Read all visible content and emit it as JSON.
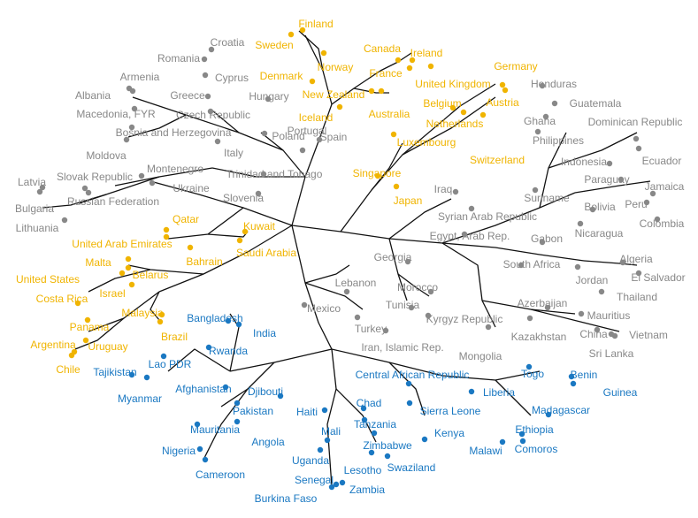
{
  "colors": {
    "edge": "#111111",
    "high": "#f0b400",
    "middle": "#888888",
    "low": "#1a78c2"
  },
  "groups": {
    "high": [
      "Finland",
      "Sweden",
      "Canada",
      "Ireland",
      "Norway",
      "Denmark",
      "France",
      "Germany",
      "New Zealand",
      "United Kingdom",
      "Australia",
      "Belgium",
      "Austria",
      "Iceland",
      "Netherlands",
      "Luxembourg",
      "Switzerland",
      "Singapore",
      "Japan",
      "Qatar",
      "Kuwait",
      "United Arab Emirates",
      "Saudi Arabia",
      "Bahrain",
      "Malta",
      "United States",
      "Belarus",
      "Israel",
      "Costa Rica",
      "Malaysia",
      "Panama",
      "Brazil",
      "Argentina",
      "Uruguay",
      "Chile"
    ],
    "middle": [
      "Croatia",
      "Romania",
      "Armenia",
      "Cyprus",
      "Honduras",
      "Albania",
      "Greece",
      "Hungary",
      "Guatemala",
      "Macedonia, FYR",
      "Czech Republic",
      "Ghana",
      "Dominican Republic",
      "Bosnia and Herzegovina",
      "Poland",
      "Spain",
      "Philippines",
      "Portugal",
      "Moldova",
      "Italy",
      "Indonesia",
      "Ecuador",
      "Montenegro",
      "Trinidad and Tobago",
      "Paraguay",
      "Latvia",
      "Slovak Republic",
      "Ukraine",
      "Iraq",
      "Jamaica",
      "Suriname",
      "Peru",
      "Bulgaria",
      "Russian Federation",
      "Slovenia",
      "Bolivia",
      "Syrian Arab Republic",
      "Colombia",
      "Lithuania",
      "Egypt, Arab Rep.",
      "Nicaragua",
      "Gabon",
      "Georgia",
      "Algeria",
      "South Africa",
      "El Salvador",
      "Lebanon",
      "Morocco",
      "Jordan",
      "Thailand",
      "Mexico",
      "Tunisia",
      "Azerbaijan",
      "Kyrgyz Republic",
      "Mauritius",
      "Turkey",
      "Kazakhstan",
      "China",
      "Vietnam",
      "Iran, Islamic Rep.",
      "Mongolia",
      "Sri Lanka"
    ],
    "low": [
      "Bangladesh",
      "India",
      "Rwanda",
      "Lao PDR",
      "Tajikistan",
      "Myanmar",
      "Central African Republic",
      "Togo",
      "Benin",
      "Afghanistan",
      "Djibouti",
      "Liberia",
      "Guinea",
      "Pakistan",
      "Chad",
      "Haiti",
      "Sierra Leone",
      "Madagascar",
      "Mauritania",
      "Tanzania",
      "Ethiopia",
      "Angola",
      "Kenya",
      "Mali",
      "Zimbabwe",
      "Nigeria",
      "Malawi",
      "Comoros",
      "Uganda",
      "Swaziland",
      "Lesotho",
      "Cameroon",
      "Senegal",
      "Zambia",
      "Burkina Faso"
    ]
  }
}
